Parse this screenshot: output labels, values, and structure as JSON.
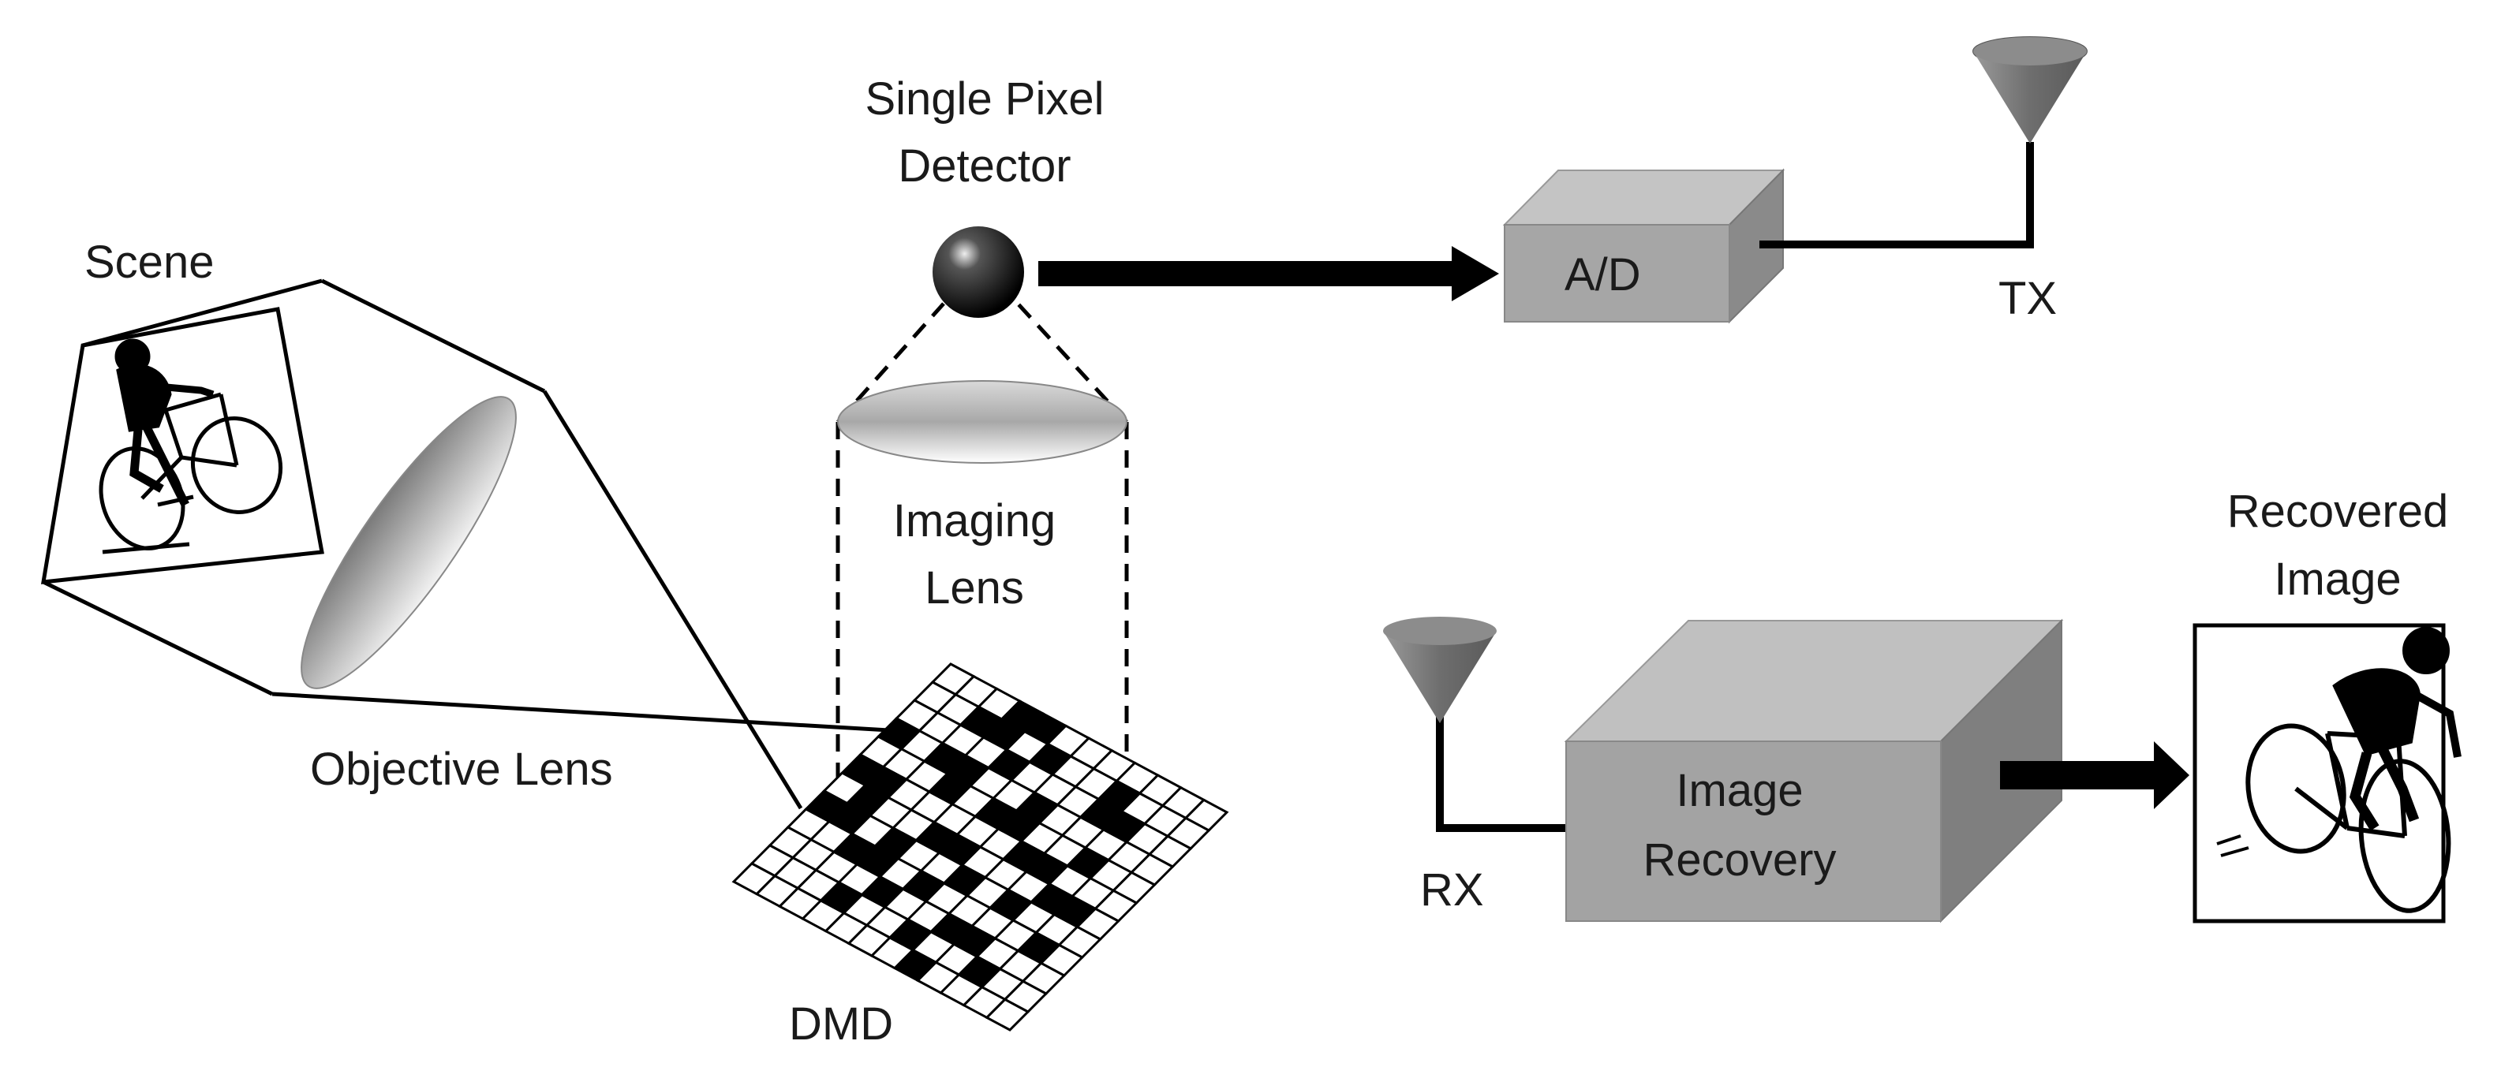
{
  "labels": {
    "scene": "Scene",
    "single_pixel_detector_line1": "Single Pixel",
    "single_pixel_detector_line2": "Detector",
    "imaging_lens_line1": "Imaging",
    "imaging_lens_line2": "Lens",
    "objective_lens": "Objective Lens",
    "dmd": "DMD",
    "ad_converter": "A/D",
    "tx": "TX",
    "rx": "RX",
    "image_recovery_line1": "Image",
    "image_recovery_line2": "Recovery",
    "recovered_image_line1": "Recovered",
    "recovered_image_line2": "Image"
  },
  "dmd_pattern": [
    [
      0,
      0,
      0,
      1,
      1,
      0,
      0,
      0,
      0,
      0,
      0,
      0
    ],
    [
      0,
      0,
      1,
      1,
      0,
      1,
      0,
      0,
      1,
      0,
      0,
      0
    ],
    [
      0,
      0,
      0,
      0,
      1,
      0,
      0,
      0,
      1,
      1,
      0,
      0
    ],
    [
      1,
      0,
      1,
      1,
      0,
      0,
      1,
      0,
      0,
      0,
      0,
      0
    ],
    [
      0,
      0,
      0,
      1,
      0,
      1,
      1,
      0,
      0,
      1,
      0,
      0
    ],
    [
      1,
      1,
      0,
      0,
      0,
      0,
      0,
      1,
      1,
      0,
      0,
      0
    ],
    [
      0,
      1,
      0,
      0,
      1,
      1,
      0,
      0,
      0,
      1,
      1,
      0
    ],
    [
      1,
      1,
      0,
      1,
      0,
      0,
      1,
      0,
      1,
      0,
      0,
      0
    ],
    [
      0,
      0,
      1,
      1,
      0,
      1,
      0,
      0,
      0,
      0,
      1,
      0
    ],
    [
      0,
      0,
      0,
      0,
      1,
      0,
      0,
      1,
      1,
      0,
      0,
      0
    ],
    [
      0,
      0,
      0,
      1,
      0,
      0,
      1,
      0,
      0,
      1,
      0,
      0
    ],
    [
      0,
      0,
      0,
      0,
      0,
      0,
      0,
      1,
      0,
      0,
      0,
      0
    ]
  ]
}
